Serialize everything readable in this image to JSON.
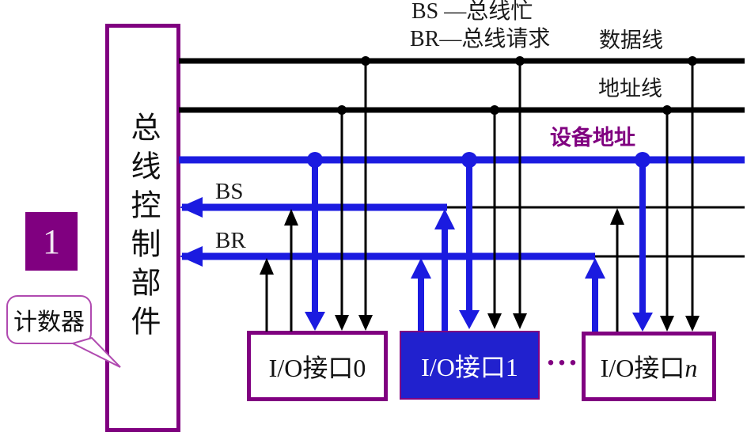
{
  "legend": {
    "bs": "BS —总线忙",
    "br": "BR—总线请求"
  },
  "bus_labels": {
    "data": "数据线",
    "address": "地址线",
    "device": "设备地址"
  },
  "signals": {
    "bs": "BS",
    "br": "BR"
  },
  "controller": {
    "title": "总线控制部件"
  },
  "counter": {
    "value": "1",
    "label": "计数器"
  },
  "io": {
    "box0": {
      "prefix": "I/O接口",
      "suffix": "0"
    },
    "box1": {
      "prefix": "I/O接口",
      "suffix": "1"
    },
    "boxn": {
      "prefix": "I/O接口",
      "suffix": "n"
    },
    "ellipsis": "..."
  },
  "theme": {
    "blue": "#1b1be0",
    "purple": "#800080",
    "purpleLight": "#b04ab0",
    "boxBlue": "#2121ce",
    "ink": "#000000"
  }
}
